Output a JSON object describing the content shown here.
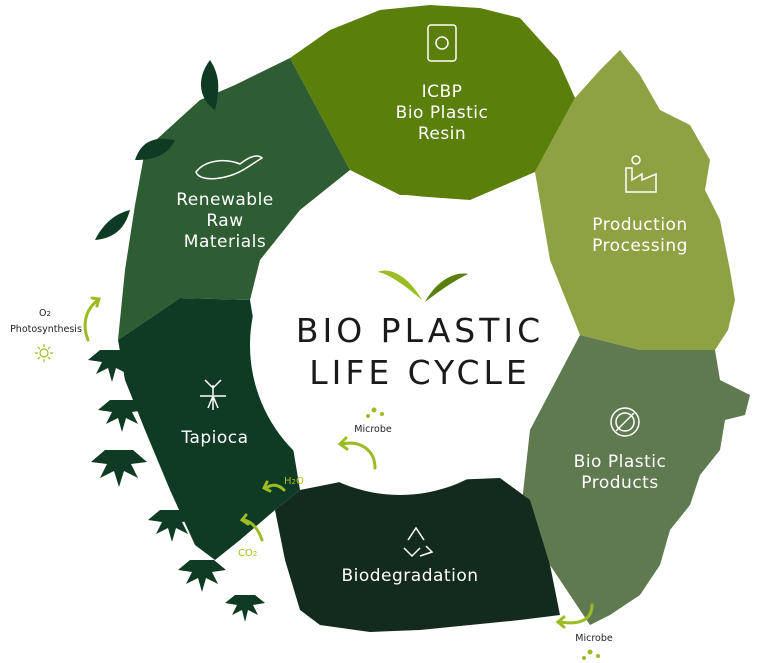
{
  "title": {
    "line1": "BIO PLASTIC",
    "line2": "LIFE CYCLE"
  },
  "colors": {
    "resin": "#5b7f0b",
    "production": "#8fa243",
    "products": "#5f7a50",
    "biodegradation": "#132b1c",
    "tapioca": "#0f3a24",
    "raw": "#2f5d33",
    "arrow": "#9bbc22"
  },
  "segments": [
    {
      "id": "resin",
      "label": "ICBP\nBio Plastic\nResin",
      "icon": "resin-bag-icon"
    },
    {
      "id": "production",
      "label": "Production\nProcessing",
      "icon": "factory-icon"
    },
    {
      "id": "products",
      "label": "Bio Plastic\nProducts",
      "icon": "plate-cutlery-icon"
    },
    {
      "id": "biodegradation",
      "label": "Biodegradation",
      "icon": "recycle-icon"
    },
    {
      "id": "tapioca",
      "label": "Tapioca",
      "icon": "root-plant-icon"
    },
    {
      "id": "raw",
      "label": "Renewable\nRaw\nMaterials",
      "icon": "cassava-root-icon"
    }
  ],
  "annotations": {
    "o2": "O",
    "o2_sub": "2",
    "photosynthesis": "Photosynthesis",
    "h2o_h": "H",
    "h2o_sub": "2",
    "h2o_o": "O",
    "co2": "CO",
    "co2_sub": "2",
    "microbe_inner": "Microbe",
    "microbe_outer": "Microbe"
  }
}
